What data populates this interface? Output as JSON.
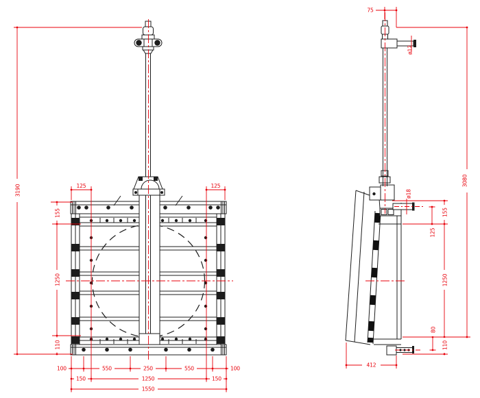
{
  "colors": {
    "line": "#1c1c1c",
    "dimension": "#e8000a",
    "background": "#ffffff"
  },
  "front": {
    "dims": {
      "overall_height": "3190",
      "flange_left": "125",
      "flange_right": "125",
      "top_margin": "155",
      "opening_height": "1250",
      "bottom_margin": "110",
      "chain": [
        "100",
        "550",
        "250",
        "550",
        "100"
      ],
      "anchors": [
        "150",
        "1250",
        "150"
      ],
      "overall_width": "1550"
    }
  },
  "side": {
    "dims": {
      "stem_offset": "75",
      "handle_dia": "ø12",
      "pin_dia": "ø18",
      "overall_height": "3080",
      "top_margin": "155",
      "pin_margin": "125",
      "opening_height": "1250",
      "bolt_offset": "80",
      "bottom_margin": "110",
      "depth": "412"
    }
  }
}
